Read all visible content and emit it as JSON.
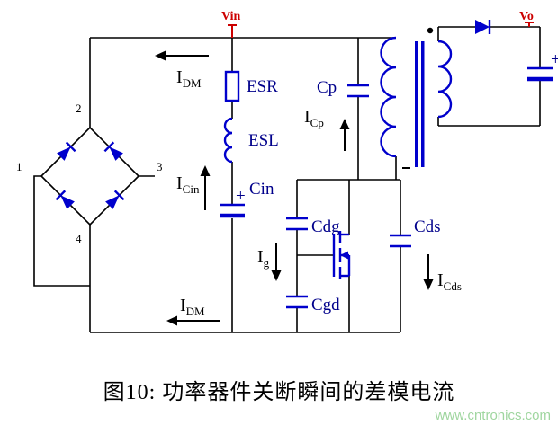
{
  "figure": {
    "caption": "图10: 功率器件关断瞬间的差模电流",
    "watermark": "www.cntronics.com"
  },
  "terminals": {
    "vin": "Vin",
    "vo": "Vo"
  },
  "bridge": {
    "pin1": "1",
    "pin2": "2",
    "pin3": "3",
    "pin4": "4"
  },
  "labels": {
    "esr": "ESR",
    "esl": "ESL",
    "cin": "Cin",
    "cin_plus": "+",
    "cp": "Cp",
    "cdg": "Cdg",
    "cgd": "Cgd",
    "cds": "Cds",
    "cout_plus": "+"
  },
  "currents": {
    "idm_top_base": "I",
    "idm_top_sub": "DM",
    "icin_base": "I",
    "icin_sub": "Cin",
    "icp_base": "I",
    "icp_sub": "Cp",
    "ig_base": "I",
    "ig_sub": "g",
    "icds_base": "I",
    "icds_sub": "Cds",
    "idm_bottom_base": "I",
    "idm_bottom_sub": "DM"
  },
  "colors": {
    "wire": "#000000",
    "component": "#0000cc",
    "component_label": "#00008b",
    "current_label": "#000000",
    "terminal": "#cc0000",
    "watermark": "#9fd69f",
    "background": "#ffffff"
  }
}
